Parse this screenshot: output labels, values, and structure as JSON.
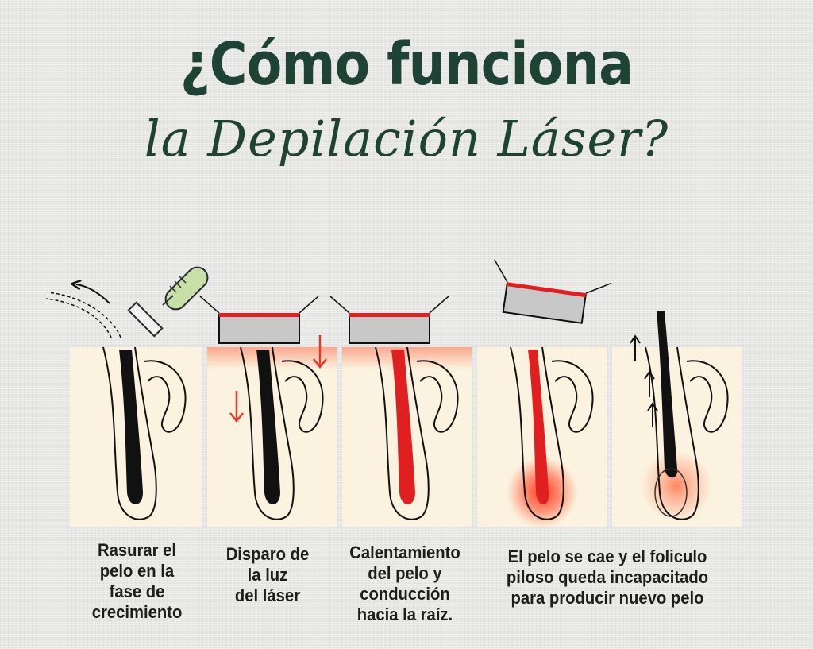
{
  "header": {
    "title": "¿Cómo funciona",
    "subtitle": "la Depilación Láser?"
  },
  "steps": [
    {
      "lines": [
        "Rasurar el",
        "pelo en la",
        "fase de",
        "crecimiento"
      ]
    },
    {
      "lines": [
        "Disparo de",
        "la luz",
        "del láser"
      ]
    },
    {
      "lines": [
        "Calentamiento",
        "del pelo y",
        "conducción",
        "hacia la raíz."
      ]
    },
    {
      "lines": [
        "El pelo se cae y el foliculo",
        "piloso queda incapacitado",
        "para producir nuevo pelo"
      ]
    }
  ],
  "colors": {
    "title": "#1f4236",
    "skin": "#fbf3df",
    "hair": "#111111",
    "laser_red": "#e02020",
    "device_gray": "#c8c8c8",
    "razor_handle": "#c9dfa8"
  },
  "icons": [
    "razor-icon",
    "laser-device-icon",
    "hair-follicle-icon",
    "arrow-icon"
  ]
}
